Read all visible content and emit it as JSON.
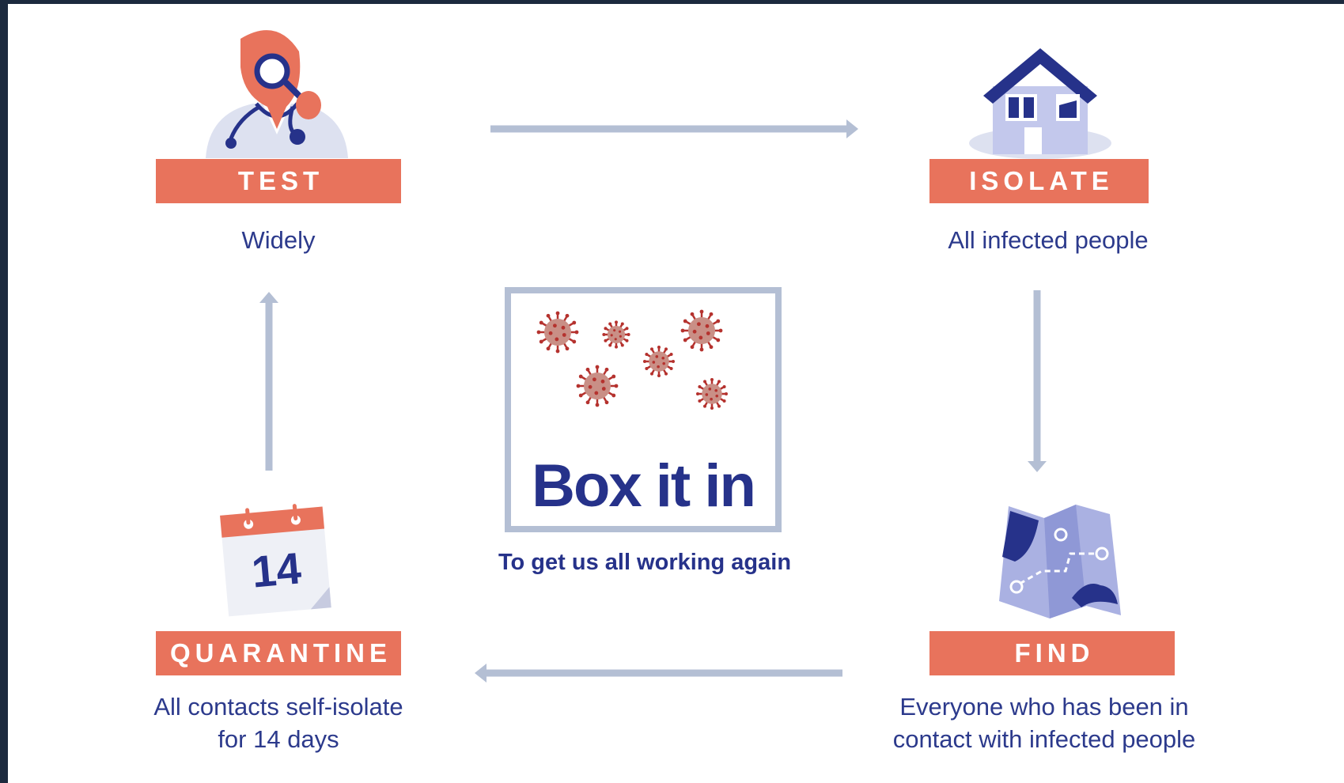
{
  "steps": {
    "test": {
      "label": "TEST",
      "desc": "Widely"
    },
    "isolate": {
      "label": "ISOLATE",
      "desc": "All infected people"
    },
    "find": {
      "label": "FIND",
      "desc_line1": "Everyone who has been in",
      "desc_line2": "contact with infected people"
    },
    "quarantine": {
      "label": "QUARANTINE",
      "desc_line1": "All contacts self-isolate",
      "desc_line2": "for 14 days",
      "calendar_day": "14"
    }
  },
  "center": {
    "title": "Box it in",
    "subtitle": "To get us all working again"
  },
  "colors": {
    "badge": "#e8735c",
    "text": "#26328a",
    "arrow": "#b4bfd4",
    "virus": "#b5322e"
  },
  "icons": [
    "doctor-icon",
    "house-icon",
    "map-icon",
    "calendar-icon",
    "virus-icon"
  ]
}
